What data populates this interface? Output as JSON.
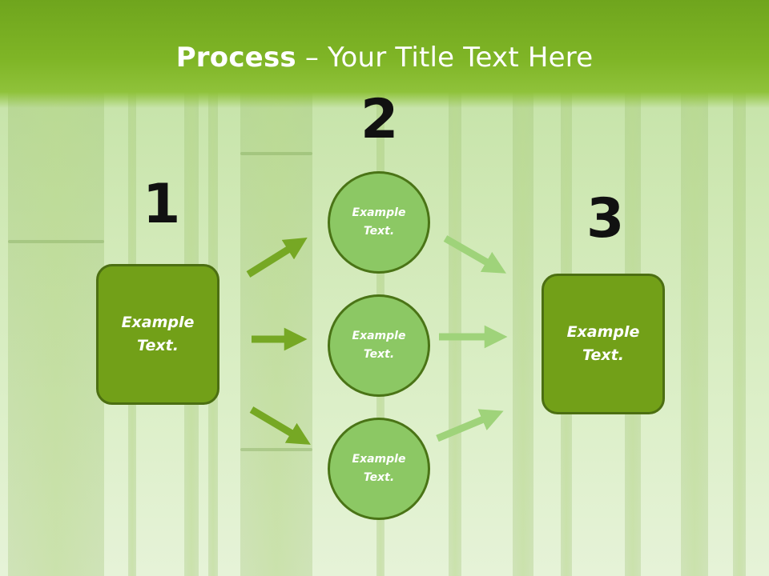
{
  "title": {
    "bold": "Process",
    "rest": " – Your Title Text Here"
  },
  "steps": [
    {
      "number": "1",
      "text": "Example Text."
    },
    {
      "number": "2",
      "items": [
        "Example Text.",
        "Example Text.",
        "Example Text."
      ]
    },
    {
      "number": "3",
      "text": "Example Text."
    }
  ],
  "colors": {
    "title_band": "#7fb526",
    "box_fill": "#72a018",
    "circle_fill": "#8cc864",
    "arrow_dark": "#76a824",
    "arrow_light": "#9fd37a"
  }
}
